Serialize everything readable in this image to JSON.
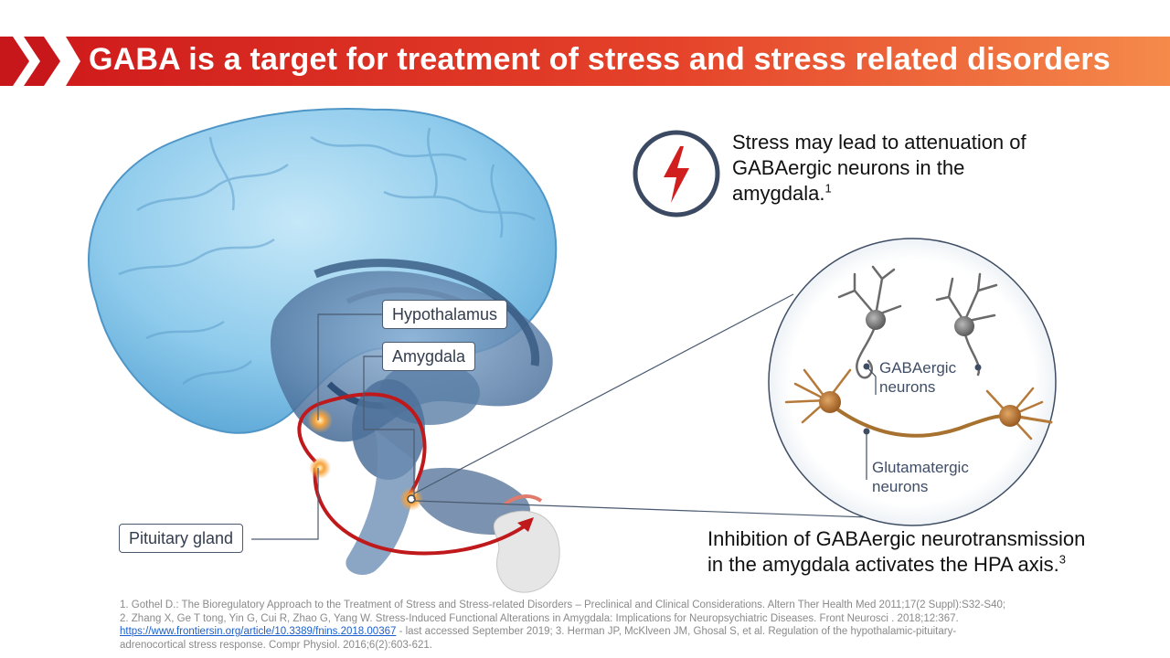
{
  "slide": {
    "title": "GABA is a target for treatment of stress and stress related disorders",
    "colors": {
      "banner_start": "#d01c1c",
      "banner_end": "#f58a4b",
      "brain_blue": "#7fc4e8",
      "arrow_red": "#c0191c",
      "label_border": "#4a5a70",
      "link_blue": "#1a5fd0"
    }
  },
  "labels": {
    "hypothalamus": "Hypothalamus",
    "amygdala": "Amygdala",
    "pituitary": "Pituitary gland",
    "gabaergic": "GABAergic",
    "gabaergic_2": "neurons",
    "glutamatergic": "Glutamatergic",
    "glutamatergic_2": "neurons"
  },
  "statements": {
    "stress_line1": "Stress may lead to attenuation of",
    "stress_line2": "GABAergic neurons in the",
    "stress_line3": "amygdala.",
    "stress_ref": "1",
    "inhibition_line1": "Inhibition of GABAergic neurotransmission",
    "inhibition_line2": "in the amygdala activates the HPA axis.",
    "inhibition_ref": "3"
  },
  "icons": {
    "stress": "lightning-bolt-icon"
  },
  "references": {
    "line1": "1. Gothel D.: The Bioregulatory Approach to the Treatment of Stress and Stress-related Disorders – Preclinical and Clinical Considerations. Altern Ther Health Med 2011;17(2 Suppl):S32-S40;",
    "line2": "2. Zhang X, Ge T tong, Yin G, Cui R, Zhao G, Yang W. Stress-Induced Functional Alterations in Amygdala: Implications for Neuropsychiatric Diseases. Front Neurosci . 2018;12:367.",
    "link": "https://www.frontiersin.org/article/10.3389/fnins.2018.00367",
    "line3_rest": " - last accessed September 2019; 3. Herman JP, McKlveen JM, Ghosal S, et al. Regulation of the hypothalamic-pituitary-",
    "line4": "adrenocortical stress response. Compr Physiol. 2016;6(2):603-621."
  }
}
